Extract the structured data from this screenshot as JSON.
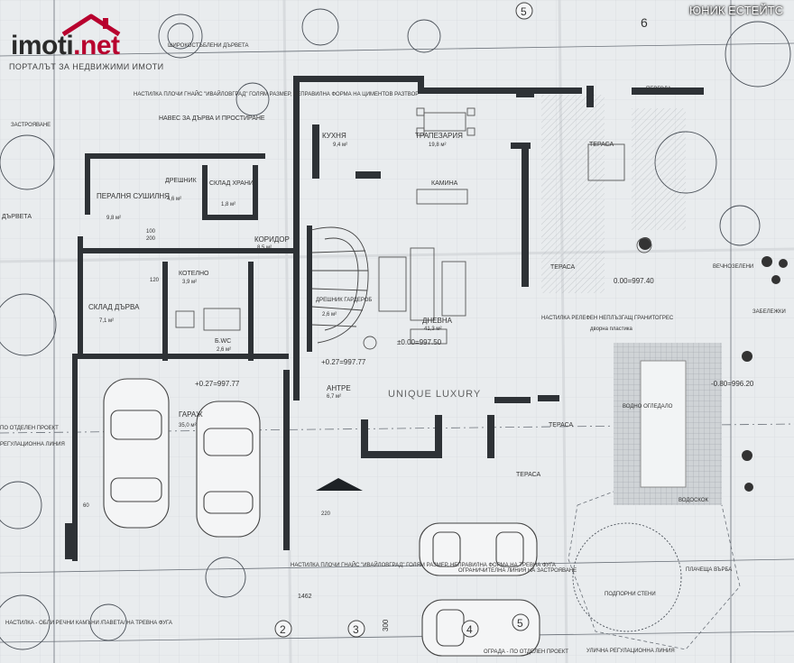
{
  "watermark": {
    "site_name": "imoti",
    "site_tld": ".net",
    "site_tagline": "ПОРТАЛЪТ ЗА НЕДВИЖИМИ ИМОТИ",
    "agency": "ЮНИК ЕСТЕЙТС",
    "center_text": "UNIQUE LUXURY"
  },
  "sheet_number": "6",
  "rooms": [
    {
      "name": "КУХНЯ",
      "area": "9,4 м²"
    },
    {
      "name": "ТРАПЕЗАРИЯ",
      "area": "19,8 м²"
    },
    {
      "name": "КАМИНА",
      "area": ""
    },
    {
      "name": "ПЕРАЛНЯ СУШИЛНЯ",
      "area": "9,8 м²"
    },
    {
      "name": "ДРЕШНИК",
      "area": "4,6 м²"
    },
    {
      "name": "СКЛАД ХРАНИ",
      "area": "1,8 м²"
    },
    {
      "name": "КОРИДОР",
      "area": "8,5 м²"
    },
    {
      "name": "КОТЕЛНО",
      "area": "3,9 м²"
    },
    {
      "name": "СКЛАД ДЪРВА",
      "area": "7,1 м²"
    },
    {
      "name": "Б.WC",
      "area": "2,6 м²"
    },
    {
      "name": "ДРЕШНИК ГАРДЕРОБ",
      "area": "2,6 м²"
    },
    {
      "name": "ДНЕВНА",
      "area": "41,3 м²"
    },
    {
      "name": "АНТРЕ",
      "area": "6,7 м²"
    },
    {
      "name": "ГАРАЖ",
      "area": "35,0 м²"
    },
    {
      "name": "ТЕРАСА",
      "area": ""
    }
  ],
  "elevations": [
    "+0.27=997.77",
    "±0.00=997.50",
    "0.00=997.40",
    "-0.80=996.20"
  ],
  "annotations": [
    "НАСТИЛКА ПЛОЧИ ГНАЙС \"ИВАЙЛОВГРАД\" ГОЛЯМ РАЗМЕР, НЕПРАВИЛНА ФОРМА НА ЦИМЕНТОВ РАЗТВОР",
    "НАВЕС ЗА ДЪРВА И ПРОСТИРАНЕ",
    "ЗАСТРОЯВАНЕ",
    "ДЪРВЕТА",
    "ВЕЧНОЗЕЛЕНИ",
    "ЗАБЕЛЕЖКИ",
    "НАСТИЛКА РЕЛЕФЕН НЕПЛЪЗГАЩ ГРАНИТОГРЕС",
    "дворна пластика",
    "ВОДНО ОГЛЕДАЛО",
    "ВОДОСКОК",
    "ОГРАНИЧИТЕЛНА ЛИНИЯ НА ЗАСТРОЯВАНЕ",
    "ПОДПОРНИ СТЕНИ",
    "ПЛАЧЕЩА ВЪРБА",
    "ОГРАДА - ПО ОТДЕЛЕН ПРОЕКТ",
    "УЛИЧНА РЕГУЛАЦИОННА ЛИНИЯ",
    "НАСТИЛКА - ОБЛИ РЕЧНИ КАМЪНИ /ПАВЕТА/ НА ТРЕВНА ФУГА",
    "НАСТИЛКА ПЛОЧИ ГНАЙС \"ИВАЙЛОВГРАД\" ГОЛЯМ РАЗМЕР, НЕПРАВИЛНА ФОРМА НА ТРЕВНА ФУГА",
    "ПО ОТДЕЛЕН ПРОЕКТ",
    "РЕГУЛАЦИОННА ЛИНИЯ",
    "ШИРОКОСТЪБЛЕНИ ДЪРВЕТА",
    "ПЕРГОЛА"
  ],
  "axis_labels": [
    "2",
    "3",
    "4",
    "5"
  ],
  "dimensions": [
    "1462",
    "300",
    "220",
    "100",
    "200",
    "60",
    "120"
  ],
  "colors": {
    "paper": "#e9ecee",
    "line": "#5a6068",
    "wall": "#2e3236",
    "logo_red": "#b8002e"
  }
}
